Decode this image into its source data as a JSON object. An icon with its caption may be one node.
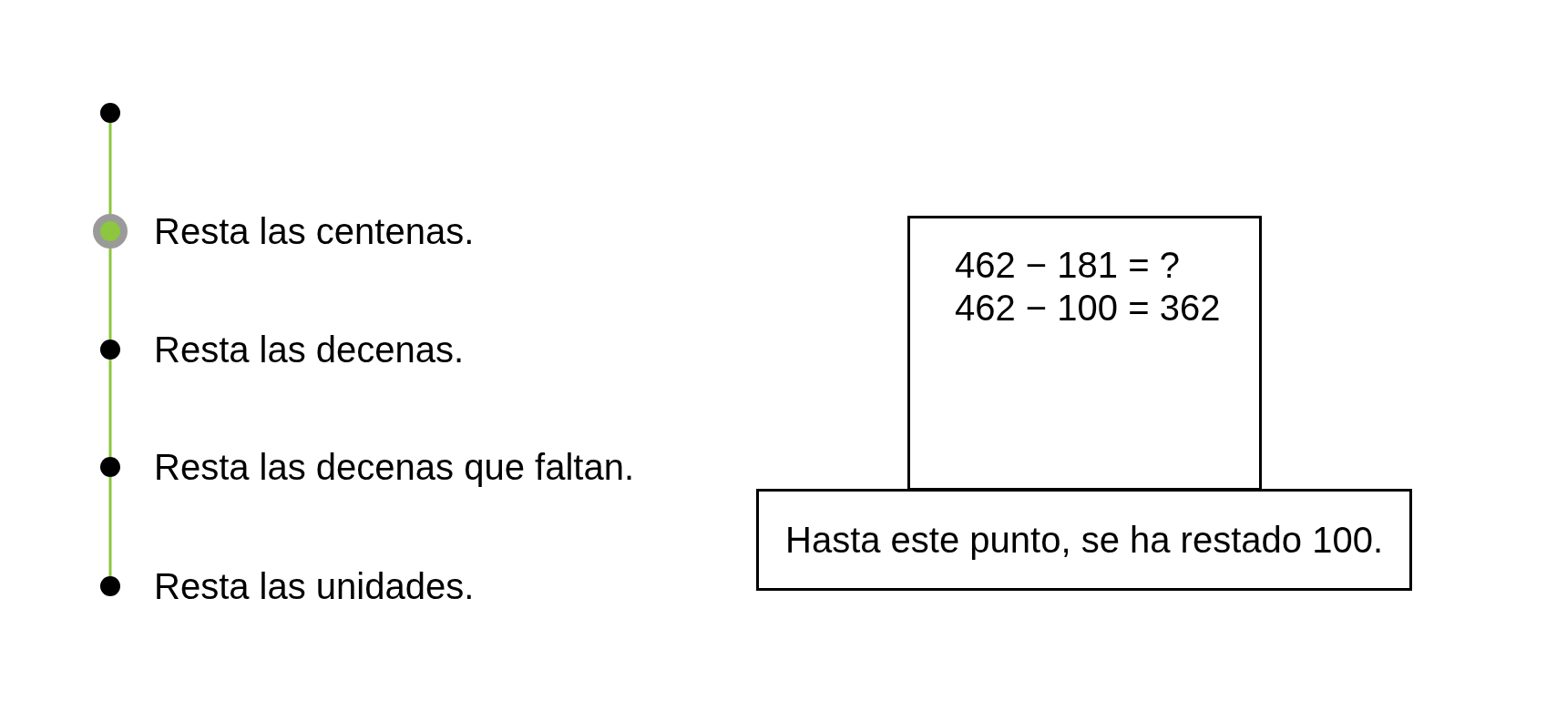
{
  "diagram": {
    "nodes": [
      {
        "text": [],
        "shape": "circle"
      },
      {
        "text": [],
        "shape": "ring",
        "beside": [
          "Resta las centenas."
        ]
      },
      {
        "text": [],
        "shape": "circle",
        "beside": [
          "Resta las decenas."
        ]
      },
      {
        "text": [],
        "shape": "circle",
        "beside": [
          "Resta las decenas que faltan."
        ]
      },
      {
        "text": [],
        "shape": "circle",
        "beside": [
          "Resta las unidades."
        ]
      },
      {
        "text": [
          "462 − 181 = ?",
          "462 − 100 = 362"
        ]
      },
      {
        "text": [
          "Hasta este punto, se ha restado 100."
        ]
      }
    ],
    "edges": [
      {
        "from": 0,
        "to": 1,
        "arrow": "none"
      },
      {
        "from": 1,
        "to": 2,
        "arrow": "none"
      },
      {
        "from": 2,
        "to": 3,
        "arrow": "none"
      },
      {
        "from": 3,
        "to": 4,
        "arrow": "none"
      }
    ]
  }
}
